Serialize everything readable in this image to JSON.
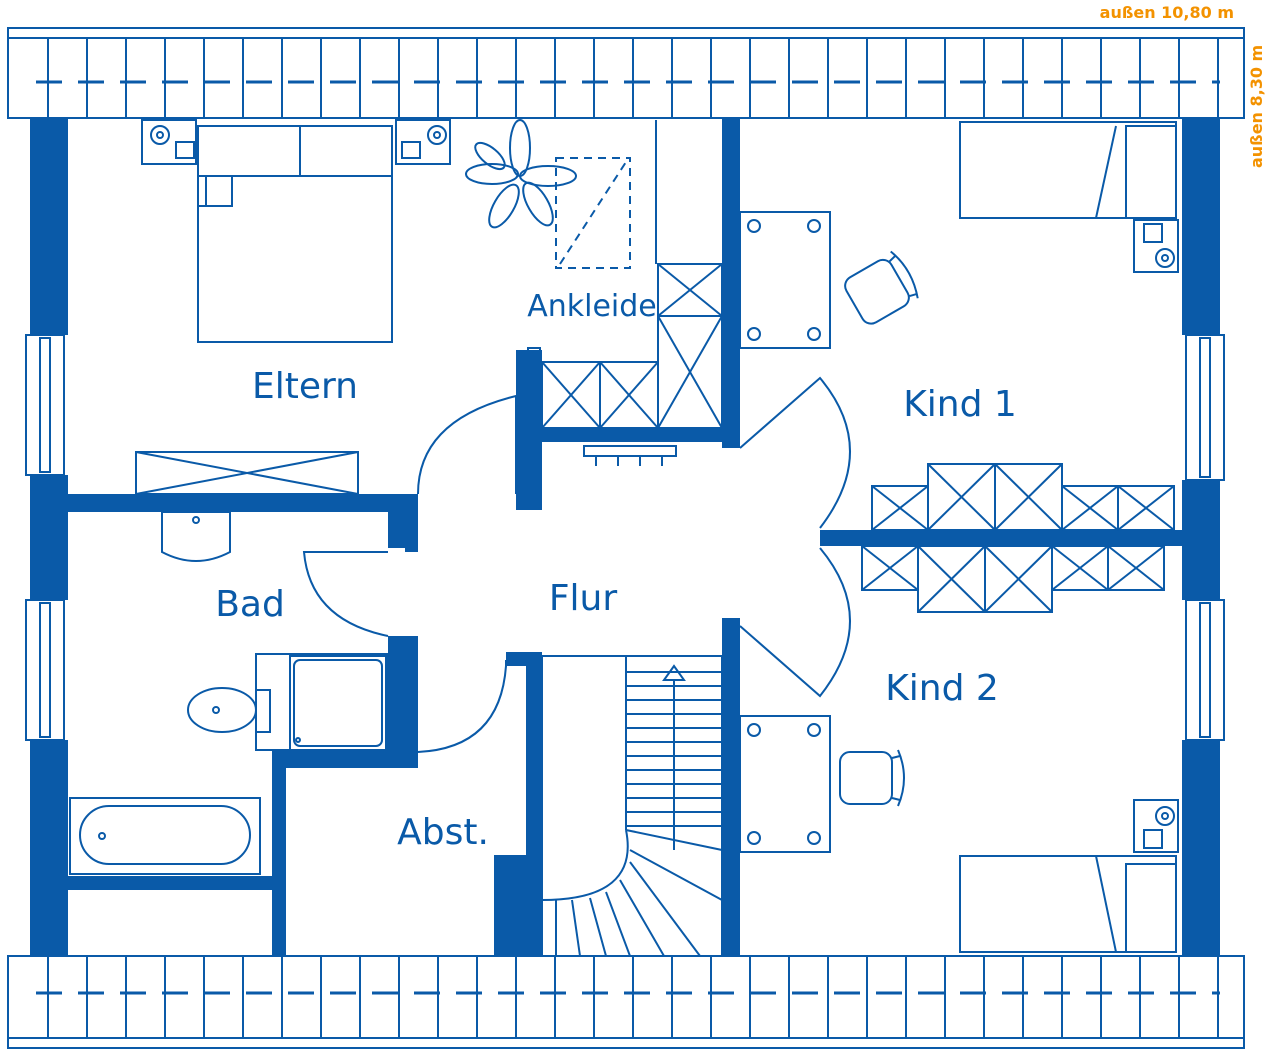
{
  "colors": {
    "wall": "#0a5aa8",
    "dimension": "#f39200",
    "background": "#ffffff"
  },
  "dimensions": {
    "width": "außen 10,80 m",
    "depth": "außen 8,30 m"
  },
  "rooms": {
    "eltern": "Eltern",
    "ankleide": "Ankleide",
    "kind1": "Kind 1",
    "kind2": "Kind 2",
    "bad": "Bad",
    "flur": "Flur",
    "abst": "Abst."
  }
}
